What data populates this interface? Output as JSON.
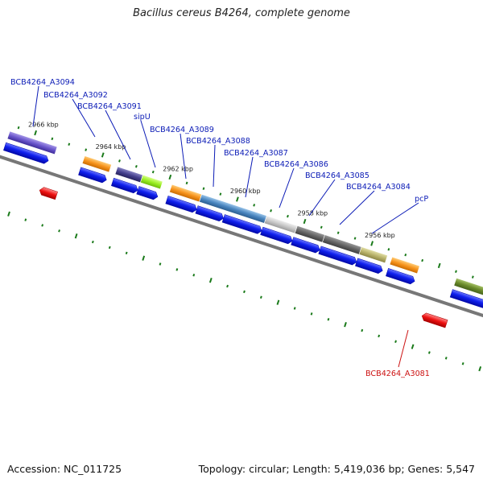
{
  "title": "Bacillus cereus B4264, complete genome",
  "accession": "Accession: NC_011725",
  "summary": "Topology: circular; Length: 5,419,036 bp; Genes: 5,547",
  "colors": {
    "label_blue": "#0b1bb6",
    "label_red": "#cc1111",
    "cds_blue": "#0a12e8",
    "tick_green": "#1a7a1a"
  },
  "ticks": [
    {
      "label": "2966 kbp"
    },
    {
      "label": "2964 kbp"
    },
    {
      "label": "2962 kbp"
    },
    {
      "label": "2960 kbp"
    },
    {
      "label": "2958 kbp"
    },
    {
      "label": "2956 kbp"
    }
  ],
  "gene_labels": [
    {
      "text": "BCB4264_A3094"
    },
    {
      "text": "BCB4264_A3092"
    },
    {
      "text": "BCB4264_A3091"
    },
    {
      "text": "sipU"
    },
    {
      "text": "BCB4264_A3089"
    },
    {
      "text": "BCB4264_A3088"
    },
    {
      "text": "BCB4264_A3087"
    },
    {
      "text": "BCB4264_A3086"
    },
    {
      "text": "BCB4264_A3085"
    },
    {
      "text": "BCB4264_A3084"
    },
    {
      "text": "pcP"
    },
    {
      "text": "BCB4264_A3081"
    }
  ]
}
